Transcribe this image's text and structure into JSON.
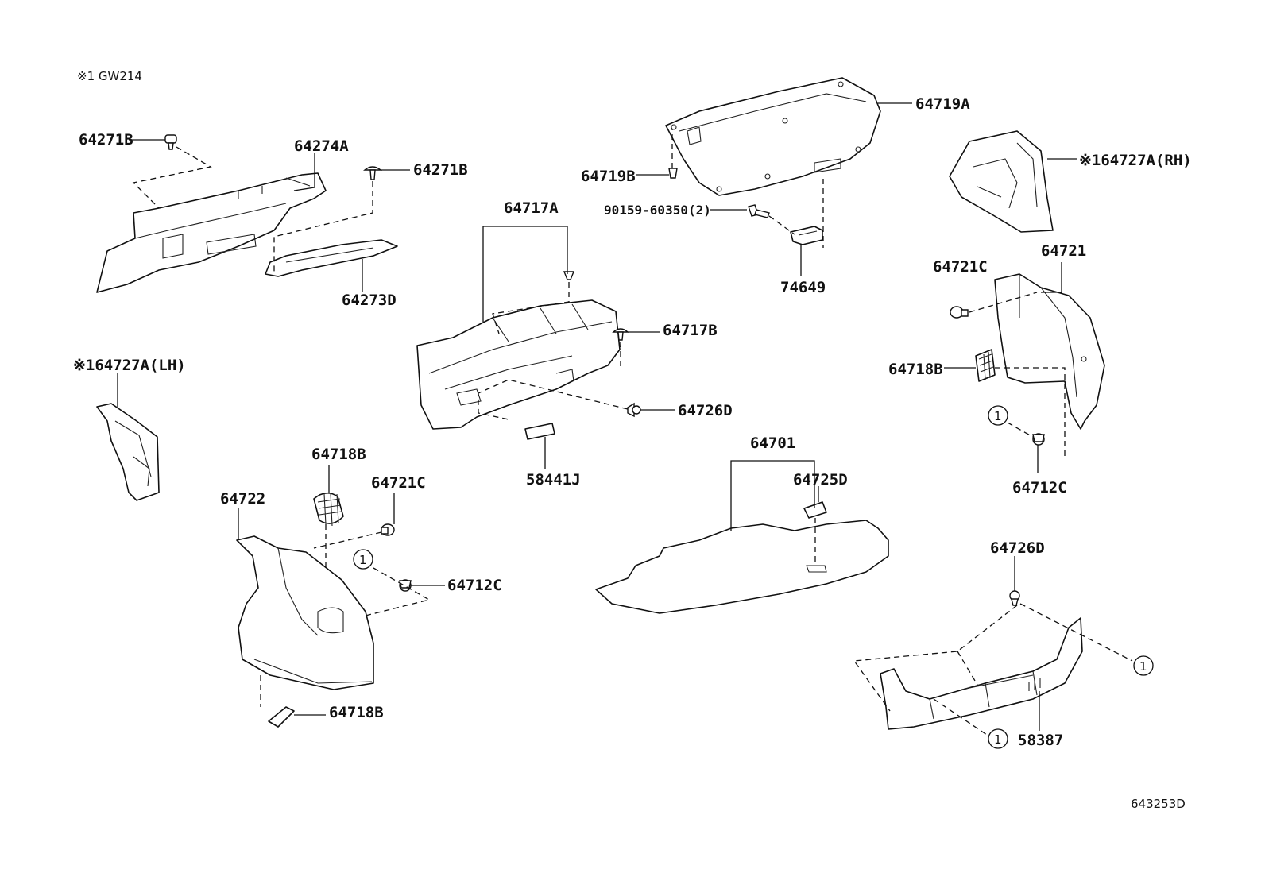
{
  "header_note": "※1 GW214",
  "diagram_code": "643253D",
  "callout_marker": "1",
  "labels": {
    "p64271B_a": "64271B",
    "p64274A": "64274A",
    "p64271B_b": "64271B",
    "p64273D": "64273D",
    "p64717A": "64717A",
    "p64717B": "64717B",
    "p64726D_a": "64726D",
    "p58441J": "58441J",
    "p64719A": "64719A",
    "p64719B": "64719B",
    "p90159": "90159-60350(2)",
    "p74649": "74649",
    "p64727A_RH": "※164727A(RH)",
    "p64721": "64721",
    "p64721C_a": "64721C",
    "p64718B_a": "64718B",
    "p64712C_a": "64712C",
    "p64727A_LH": "※164727A(LH)",
    "p64718B_b": "64718B",
    "p64721C_b": "64721C",
    "p64722": "64722",
    "p64712C_b": "64712C",
    "p64718B_c": "64718B",
    "p64701": "64701",
    "p64725D": "64725D",
    "p64726D_b": "64726D",
    "p58387": "58387"
  }
}
